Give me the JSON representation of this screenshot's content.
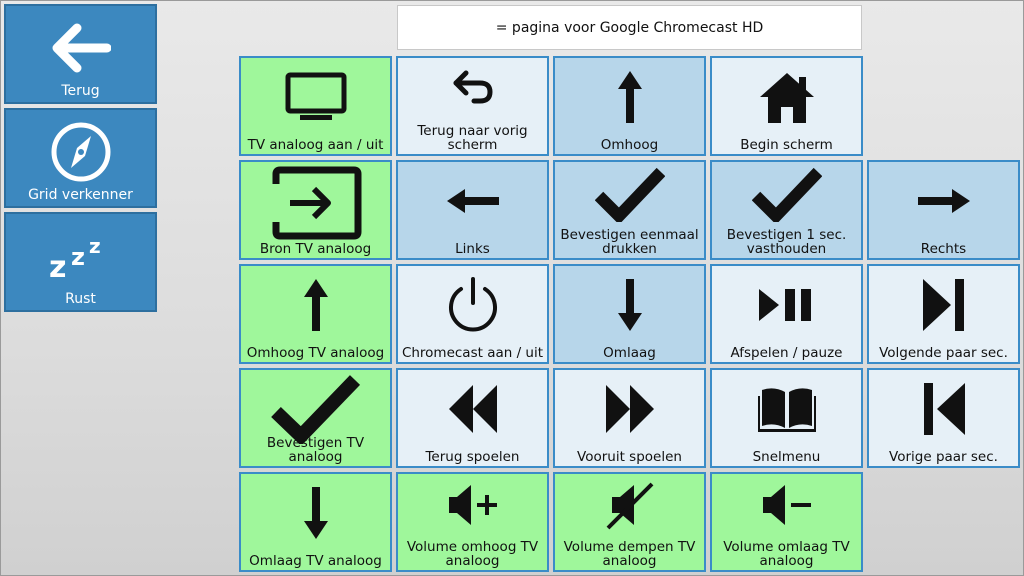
{
  "sidebar": {
    "back_label": "Terug",
    "grid_label": "Grid verkenner",
    "rest_label": "Rust"
  },
  "title": "= pagina voor Google Chromecast HD",
  "tiles": {
    "tv_power": "TV analoog aan / uit",
    "back_prev": "Terug naar vorig scherm",
    "up": "Omhoog",
    "home": "Begin scherm",
    "source_tv": "Bron TV analoog",
    "left": "Links",
    "confirm_once": "Bevestigen eenmaal drukken",
    "confirm_hold": "Bevestigen 1 sec. vasthouden",
    "right": "Rechts",
    "up_tv": "Omhoog TV analoog",
    "chromecast_power": "Chromecast aan / uit",
    "down": "Omlaag",
    "play_pause": "Afspelen / pauze",
    "next": "Volgende paar sec.",
    "confirm_tv": "Bevestigen TV analoog",
    "rewind": "Terug spoelen",
    "forward": "Vooruit spoelen",
    "quickmenu": "Snelmenu",
    "prev": "Vorige paar sec.",
    "down_tv": "Omlaag TV analoog",
    "vol_up_tv": "Volume omhoog TV analoog",
    "mute_tv": "Volume dempen TV analoog",
    "vol_down_tv": "Volume omlaag TV analoog"
  },
  "colors": {
    "green": "#9ff79b",
    "light": "#e6f0f7",
    "mid": "#b7d6ea",
    "sidebar": "#3c88bf"
  }
}
